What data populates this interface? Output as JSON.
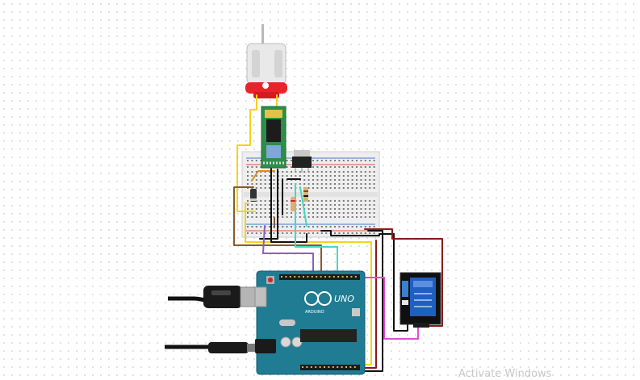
{
  "board": {
    "label_uno": "UNO",
    "label_arduino": "ARDUINO"
  },
  "watermark": "Activate Windows",
  "colors": {
    "arduino": "#1f7c93",
    "bluetooth": "#2d8e4a",
    "relay": "#1f5fbf",
    "motor_cap": "#e8242a",
    "wire_yellow": "#f5d416",
    "wire_black": "#111111",
    "wire_brown": "#8a5a2b",
    "wire_darkred": "#8b1a1a",
    "wire_cyan": "#49d6c4",
    "wire_purple": "#8b5fbf",
    "wire_magenta": "#e24ad8",
    "wire_orange": "#e08a1a"
  }
}
